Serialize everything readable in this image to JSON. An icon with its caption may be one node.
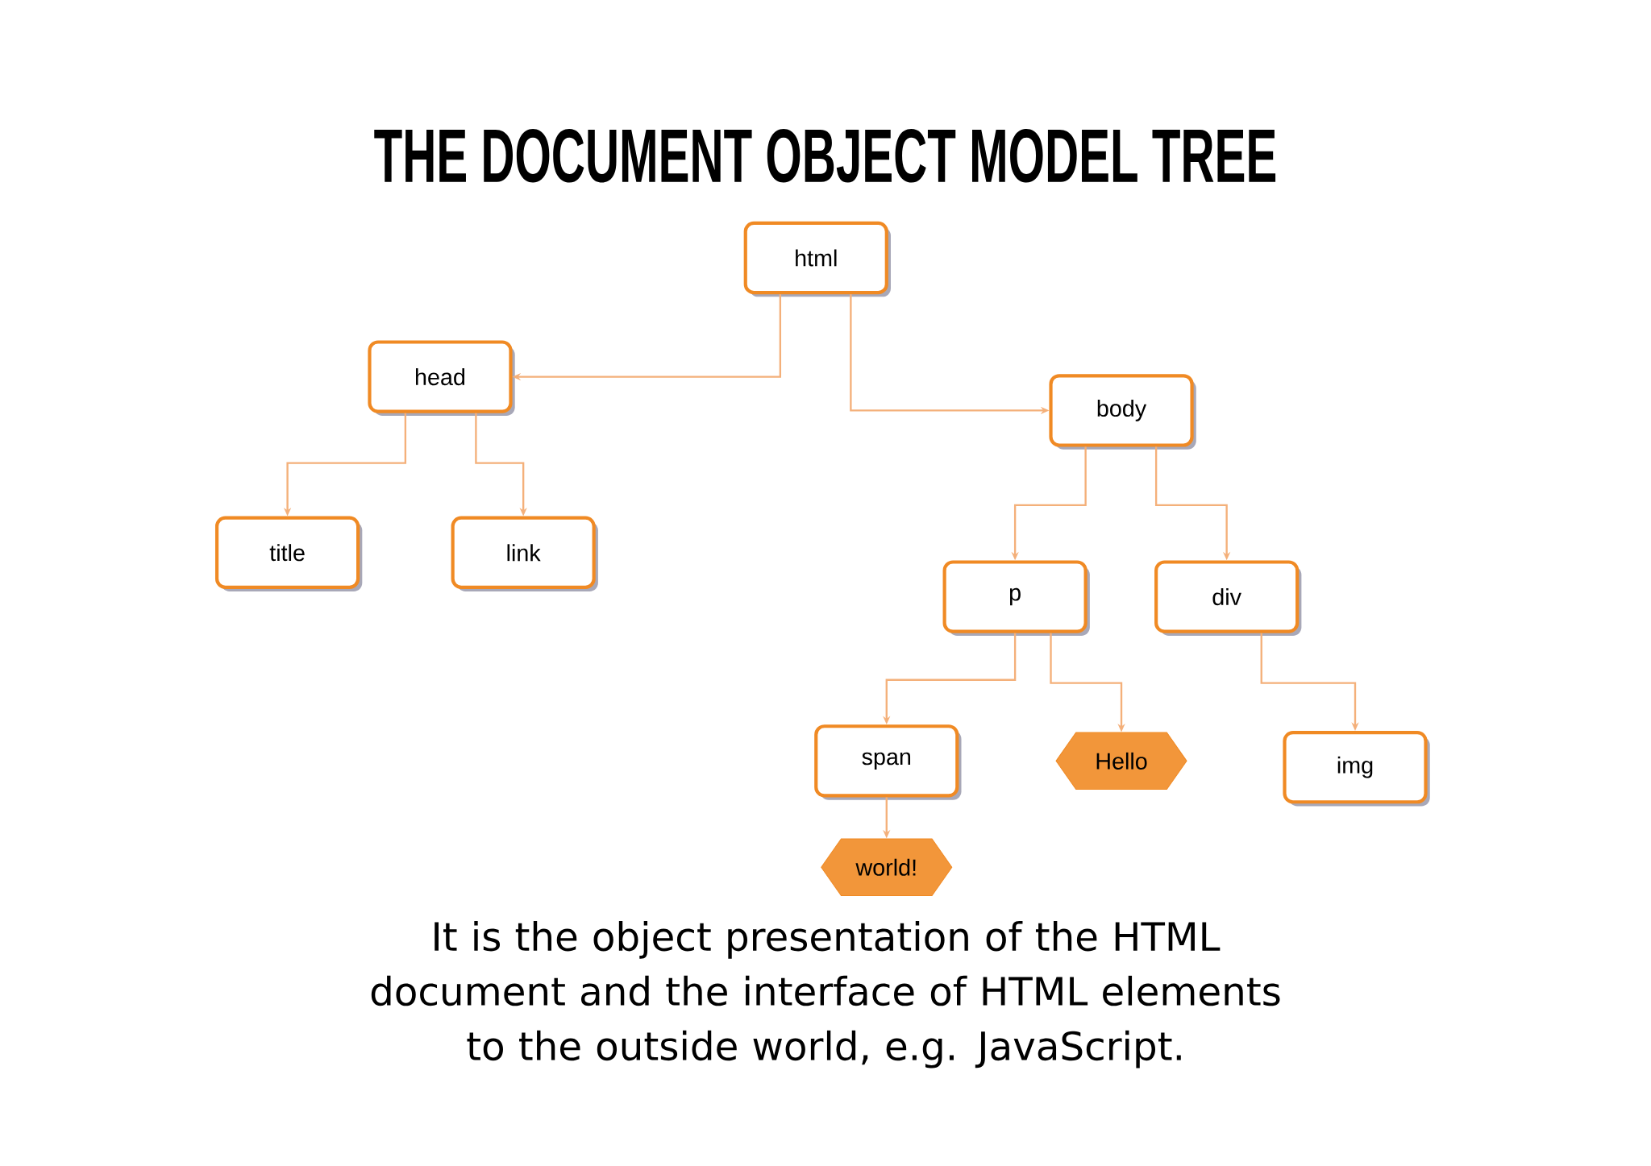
{
  "diagram": {
    "title": "THE DOCUMENT OBJECT MODEL TREE",
    "caption": "It is the object presentation of the HTML document and the interface of HTML elements to the outside world, e.g. JavaScript.",
    "nodes": [
      {
        "text": [
          "html"
        ]
      },
      {
        "text": [
          "head"
        ]
      },
      {
        "text": [
          "body"
        ]
      },
      {
        "text": [
          "title"
        ]
      },
      {
        "text": [
          "link"
        ]
      },
      {
        "text": [
          "p"
        ]
      },
      {
        "text": [
          "div"
        ]
      },
      {
        "text": [
          "span"
        ]
      },
      {
        "text": [
          "Hello"
        ]
      },
      {
        "text": [
          "img"
        ]
      },
      {
        "text": [
          "world!"
        ]
      }
    ],
    "edges": [
      {
        "from": 0,
        "to": 1,
        "arrow": "to"
      },
      {
        "from": 0,
        "to": 2,
        "arrow": "to"
      },
      {
        "from": 1,
        "to": 3,
        "arrow": "to"
      },
      {
        "from": 1,
        "to": 4,
        "arrow": "to"
      },
      {
        "from": 2,
        "to": 5,
        "arrow": "to"
      },
      {
        "from": 2,
        "to": 6,
        "arrow": "to"
      },
      {
        "from": 5,
        "to": 7,
        "arrow": "to"
      },
      {
        "from": 5,
        "to": 8,
        "arrow": "to"
      },
      {
        "from": 6,
        "to": 9,
        "arrow": "to"
      },
      {
        "from": 7,
        "to": 10,
        "arrow": "to"
      }
    ]
  }
}
